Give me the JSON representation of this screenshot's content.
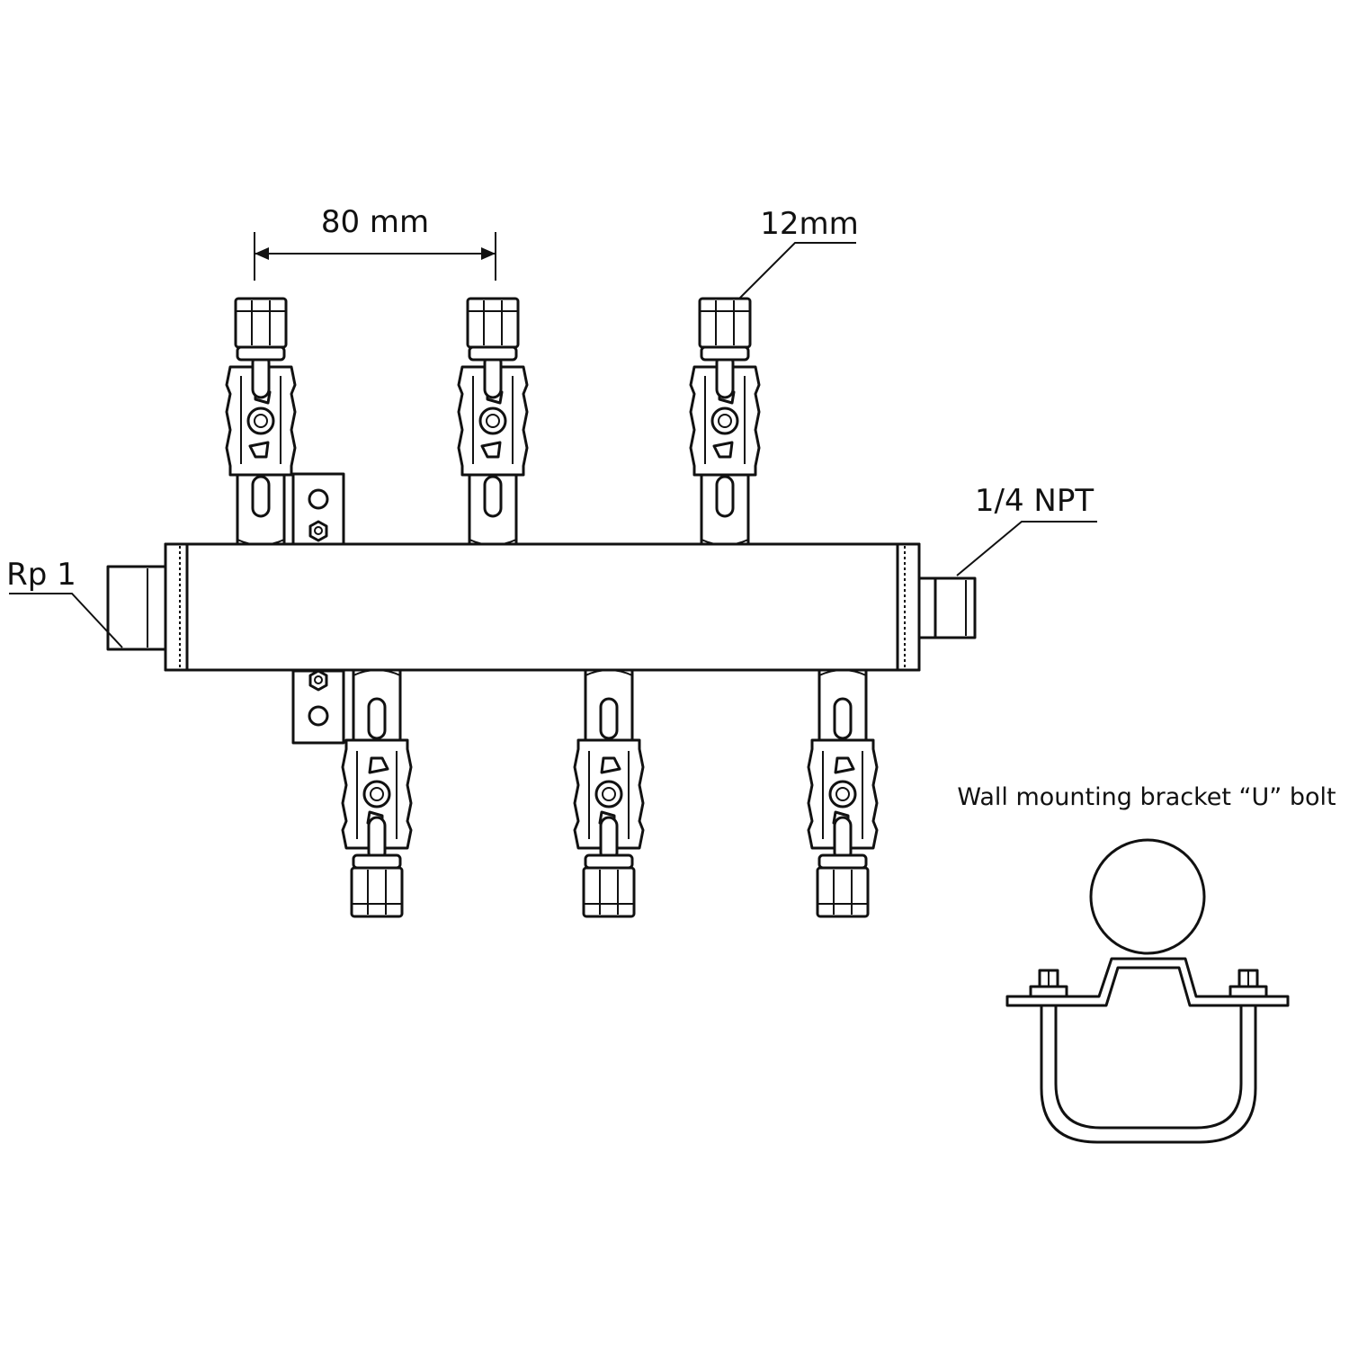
{
  "labels": {
    "spacing": "80 mm",
    "tube_size": "12mm",
    "outlet_thread": "1/4 NPT",
    "inlet_thread": "Rp 1",
    "bracket_caption": "Wall mounting bracket “U” bolt"
  },
  "manifold": {
    "valves_top": 3,
    "valves_bottom": 3
  }
}
